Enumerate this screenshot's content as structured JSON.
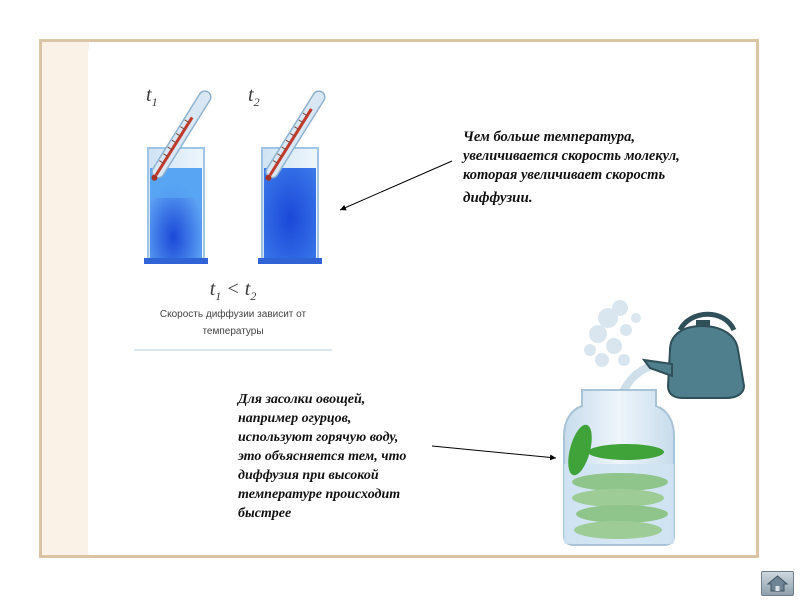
{
  "figure": {
    "t1_base": "t",
    "t1_sub": "1",
    "t2_base": "t",
    "t2_sub": "2",
    "comparison_left": "t",
    "comparison_left_sub": "1",
    "comparison_op": " < ",
    "comparison_right": "t",
    "comparison_right_sub": "2",
    "caption_line1": "Скорость диффузии зависит от",
    "caption_line2": "температуры"
  },
  "callout_top": {
    "line1": "Чем больше температура,",
    "line2": "увеличивается скорость молекул,",
    "line3": "которая увеличивает скорость",
    "line4": "диффузии."
  },
  "callout_bottom": {
    "line1": "Для засолки овощей,",
    "line2": "например огурцов,",
    "line3": "используют горячую воду,",
    "line4": "это объясняется тем, что",
    "line5": "диффузия при высокой",
    "line6": "температуре происходит",
    "line7": "быстрее"
  },
  "icons": {
    "thermometer": "thermometer-icon",
    "kettle": "kettle-icon",
    "home": "home-icon"
  },
  "colors": {
    "frame_border": "#dcc3a4",
    "water": "#3b7de8",
    "cucumber": "#3fa33a",
    "kettle": "#4f7e8c"
  }
}
